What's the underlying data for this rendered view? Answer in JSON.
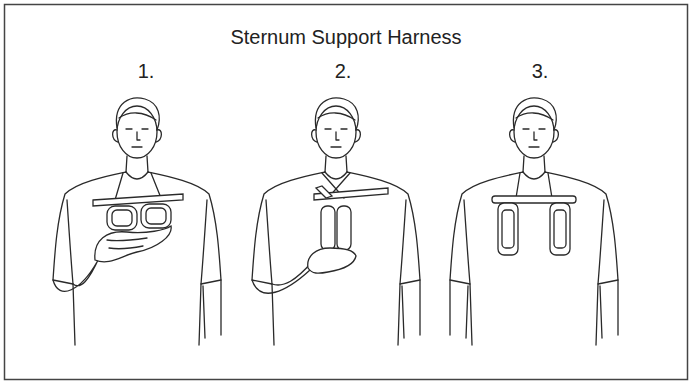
{
  "diagram": {
    "title": "Sternum Support Harness",
    "labels": [
      "1.",
      "2.",
      "3."
    ]
  }
}
